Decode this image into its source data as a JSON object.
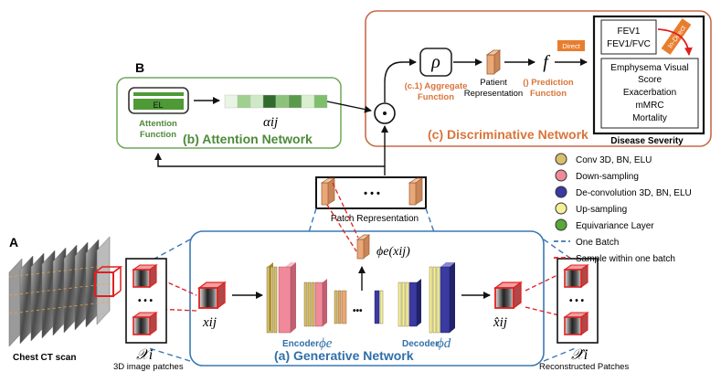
{
  "panels": {
    "a": {
      "letter": "A"
    },
    "b": {
      "letter": "B"
    }
  },
  "generative": {
    "title": "(a) Generative Network",
    "encoder_label": "Encoder",
    "encoder_symbol": "ϕe",
    "decoder_label": "Decoder",
    "decoder_symbol": "ϕd",
    "input_symbol": "xij",
    "output_symbol": "x̂ij",
    "latent_symbol": "ϕe(xij)"
  },
  "attention": {
    "title": "(b) Attention Network",
    "el_label": "EL",
    "function_label_line1": "Attention",
    "function_label_line2": "Function",
    "alpha_symbol": "αij"
  },
  "discriminative": {
    "title": "(c) Discriminative Network",
    "rho_symbol": "ρ",
    "aggregate_line1": "(c.1) Aggregate",
    "aggregate_line2": "Function",
    "patient_line1": "Patient",
    "patient_line2": "Representation",
    "f_symbol": "f",
    "prediction_line1": "() Prediction",
    "prediction_line2": "Function",
    "direct_badge": "Direct",
    "indirect_badge": "In-Direct",
    "severity_label": "Disease Severity",
    "direct_outputs": [
      "FEV1",
      "FEV1/FVC"
    ],
    "indirect_outputs": [
      "Emphysema Visual",
      "Score",
      "Exacerbation",
      "mMRC",
      "Mortality"
    ]
  },
  "patch_representation": {
    "label": "Patch Representation",
    "dots": "• • •"
  },
  "left": {
    "ct_label": "Chest CT scan",
    "xi_symbol": "𝒳i",
    "patches_label": "3D image  patches",
    "dots": "• • •"
  },
  "right": {
    "xi_hat_symbol": "𝒳̂i",
    "patches_label": "Reconstructed Patches",
    "dots": "• • •"
  },
  "legend": [
    {
      "label": "Conv 3D, BN, ELU",
      "color": "#d8bf6a",
      "kind": "dot"
    },
    {
      "label": "Down-sampling",
      "color": "#f08a9a",
      "kind": "dot"
    },
    {
      "label": "De-convolution 3D, BN, ELU",
      "color": "#3b3aa0",
      "kind": "dot"
    },
    {
      "label": "Up-sampling",
      "color": "#f6ef9a",
      "kind": "dot"
    },
    {
      "label": "Equivariance Layer",
      "color": "#5aa83a",
      "kind": "dot"
    },
    {
      "label": "One Batch",
      "color": "#3a78b5",
      "kind": "dash-blue"
    },
    {
      "label": "Sample within one batch",
      "color": "#e02020",
      "kind": "dash-red"
    }
  ],
  "colors": {
    "attention_border": "#6fa85a",
    "discriminative_border": "#c86a4a",
    "generative_border": "#3a78b5",
    "orange_text": "#d9743a",
    "green_text": "#4e8a3a",
    "blue_text": "#2f6fa8"
  }
}
